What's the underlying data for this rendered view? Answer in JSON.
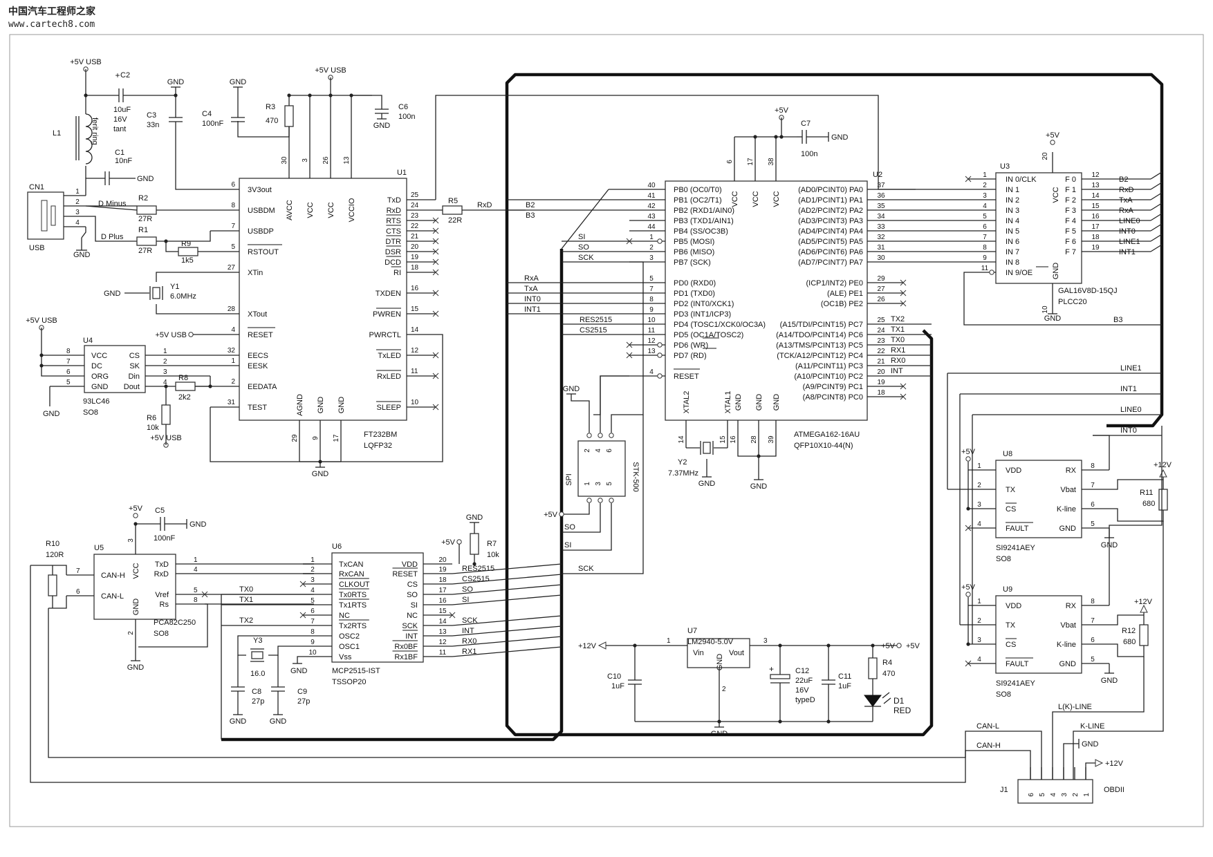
{
  "watermark": {
    "site": "中国汽车工程师之家",
    "url": "www.cartech8.com"
  },
  "power": {
    "usb5v": "+5V USB",
    "v5": "+5V",
    "v12": "+12V",
    "gnd": "GND"
  },
  "nets": {
    "dminus": "D Minus",
    "dplus": "D Plus",
    "rxd": "RxD",
    "b2": "B2",
    "b3": "B3",
    "rxa": "RxA",
    "txa": "TxA",
    "int0": "INT0",
    "int1": "INT1",
    "si": "SI",
    "so": "SO",
    "sck": "SCK",
    "res2515": "RES2515",
    "cs2515": "CS2515",
    "tx0": "TX0",
    "tx1": "TX1",
    "tx2": "TX2",
    "rx0": "RX0",
    "rx1": "RX1",
    "int": "INT",
    "line0": "LINE0",
    "line1": "LINE1",
    "can_l": "CAN-L",
    "can_h": "CAN-H",
    "lk_line": "L(K)-LINE",
    "k_line": "K-LINE"
  },
  "u1": {
    "ref": "U1",
    "part": "FT232BM",
    "pkg": "LQFP32",
    "left": [
      [
        "6",
        "3V3out"
      ],
      [
        "8",
        "USBDM"
      ],
      [
        "7",
        "USBDP"
      ],
      [
        "5",
        "RSTOUT"
      ],
      [
        "27",
        "XTin"
      ],
      [
        "28",
        "XTout"
      ],
      [
        "4",
        "RESET"
      ],
      [
        "32",
        "EECS"
      ],
      [
        "1",
        "EESK"
      ],
      [
        "2",
        "EEDATA"
      ],
      [
        "31",
        "TEST"
      ]
    ],
    "right": [
      [
        "25",
        "TxD"
      ],
      [
        "24",
        "RxD"
      ],
      [
        "23",
        "RTS"
      ],
      [
        "22",
        "CTS"
      ],
      [
        "21",
        "DTR"
      ],
      [
        "20",
        "DSR"
      ],
      [
        "19",
        "DCD"
      ],
      [
        "18",
        "RI"
      ],
      [
        "16",
        "TXDEN"
      ],
      [
        "15",
        "PWREN"
      ],
      [
        "14",
        "PWRCTL"
      ],
      [
        "12",
        "TxLED"
      ],
      [
        "11",
        "RxLED"
      ],
      [
        "10",
        "SLEEP"
      ]
    ],
    "top": [
      [
        "30",
        "AVCC"
      ],
      [
        "3",
        "VCC"
      ],
      [
        "26",
        "VCC"
      ],
      [
        "13",
        "VCCIO"
      ]
    ],
    "bottom": [
      [
        "29",
        "AGND"
      ],
      [
        "9",
        "GND"
      ],
      [
        "17",
        "GND"
      ]
    ]
  },
  "u2": {
    "ref": "U2",
    "part": "ATMEGA162-16AU",
    "pkg": "QFP10X10-44(N)",
    "left": [
      [
        "40",
        "PB0 (OC0/T0)"
      ],
      [
        "41",
        "PB1 (OC2/T1)"
      ],
      [
        "42",
        "PB2 (RXD1/AIN0)"
      ],
      [
        "43",
        "PB3 (TXD1/AIN1)"
      ],
      [
        "44",
        "PB4 (SS/OC3B)"
      ],
      [
        "1",
        "PB5 (MOSI)"
      ],
      [
        "2",
        "PB6 (MISO)"
      ],
      [
        "3",
        "PB7 (SCK)"
      ],
      [
        "5",
        "PD0 (RXD0)"
      ],
      [
        "7",
        "PD1 (TXD0)"
      ],
      [
        "8",
        "PD2 (INT0/XCK1)"
      ],
      [
        "9",
        "PD3 (INT1/ICP3)"
      ],
      [
        "10",
        "PD4 (TOSC1/XCK0/OC3A)"
      ],
      [
        "11",
        "PD5 (OC1A/TOSC2)"
      ],
      [
        "12",
        "PD6 (WR)"
      ],
      [
        "13",
        "PD7 (RD)"
      ],
      [
        "4",
        "RESET"
      ]
    ],
    "right": [
      [
        "37",
        "(AD0/PCINT0) PA0"
      ],
      [
        "36",
        "(AD1/PCINT1) PA1"
      ],
      [
        "35",
        "(AD2/PCINT2) PA2"
      ],
      [
        "34",
        "(AD3/PCINT3) PA3"
      ],
      [
        "33",
        "(AD4/PCINT4) PA4"
      ],
      [
        "32",
        "(AD5/PCINT5) PA5"
      ],
      [
        "31",
        "(AD6/PCINT6) PA6"
      ],
      [
        "30",
        "(AD7/PCINT7) PA7"
      ],
      [
        "29",
        "(ICP1/INT2) PE0"
      ],
      [
        "27",
        "(ALE) PE1"
      ],
      [
        "26",
        "(OC1B) PE2"
      ],
      [
        "25",
        "(A15/TDI/PCINT15) PC7"
      ],
      [
        "24",
        "(A14/TDO/PCINT14) PC6"
      ],
      [
        "23",
        "(A13/TMS/PCINT13) PC5"
      ],
      [
        "22",
        "(TCK/A12/PCINT12) PC4"
      ],
      [
        "21",
        "(A11/PCINT11) PC3"
      ],
      [
        "20",
        "(A10/PCINT10) PC2"
      ],
      [
        "19",
        "(A9/PCINT9) PC1"
      ],
      [
        "18",
        "(A8/PCINT8) PC0"
      ]
    ],
    "top": [
      [
        "6",
        "VCC"
      ],
      [
        "17",
        "VCC"
      ],
      [
        "38",
        "VCC"
      ]
    ],
    "bottom": [
      [
        "14",
        "XTAL2"
      ],
      [
        "15",
        "XTAL1"
      ],
      [
        "16",
        "GND"
      ],
      [
        "28",
        "GND"
      ],
      [
        "39",
        "GND"
      ]
    ],
    "pc_nets": [
      "TX2",
      "TX1",
      "TX0",
      "RX1",
      "RX0",
      "INT"
    ]
  },
  "u3": {
    "ref": "U3",
    "part": "GAL16V8D-15QJ",
    "pkg": "PLCC20",
    "left": [
      [
        "1",
        "IN 0/CLK"
      ],
      [
        "2",
        "IN 1"
      ],
      [
        "3",
        "IN 2"
      ],
      [
        "4",
        "IN 3"
      ],
      [
        "5",
        "IN 4"
      ],
      [
        "6",
        "IN 5"
      ],
      [
        "7",
        "IN 6"
      ],
      [
        "8",
        "IN 7"
      ],
      [
        "9",
        "IN 8"
      ],
      [
        "11",
        "IN 9/OE"
      ]
    ],
    "right": [
      [
        "12",
        "F 0",
        "B2"
      ],
      [
        "13",
        "F 1",
        "RxD"
      ],
      [
        "14",
        "F 2",
        "TxA"
      ],
      [
        "15",
        "F 3",
        "RxA"
      ],
      [
        "16",
        "F 4",
        "LINE0"
      ],
      [
        "17",
        "F 5",
        "INT0"
      ],
      [
        "18",
        "F 6",
        "LINE1"
      ],
      [
        "19",
        "F 7",
        "INT1"
      ]
    ],
    "vcc": [
      "20",
      "VCC"
    ],
    "gnd": [
      "10",
      "GND"
    ]
  },
  "u4": {
    "ref": "U4",
    "part": "93LC46",
    "pkg": "SO8",
    "left": [
      [
        "8",
        "VCC"
      ],
      [
        "7",
        "DC"
      ],
      [
        "6",
        "ORG"
      ],
      [
        "5",
        "GND"
      ]
    ],
    "right": [
      [
        "1",
        "CS"
      ],
      [
        "2",
        "SK"
      ],
      [
        "3",
        "Din"
      ],
      [
        "4",
        "Dout"
      ]
    ]
  },
  "u5": {
    "ref": "U5",
    "part": "PCA82C250",
    "pkg": "SO8",
    "left": [
      [
        "7",
        "CAN-H"
      ],
      [
        "6",
        "CAN-L"
      ]
    ],
    "right": [
      [
        "1",
        "TxD"
      ],
      [
        "4",
        "RxD"
      ],
      [
        "5",
        "Vref"
      ],
      [
        "8",
        "Rs"
      ]
    ],
    "top": [
      "3",
      "VCC"
    ],
    "bottom": [
      "2",
      "GND"
    ]
  },
  "u6": {
    "ref": "U6",
    "part": "MCP2515-IST",
    "pkg": "TSSOP20",
    "left": [
      [
        "1",
        "TxCAN"
      ],
      [
        "2",
        "RxCAN"
      ],
      [
        "3",
        "CLKOUT"
      ],
      [
        "4",
        "Tx0RTS"
      ],
      [
        "5",
        "Tx1RTS"
      ],
      [
        "6",
        "NC"
      ],
      [
        "7",
        "Tx2RTS"
      ],
      [
        "8",
        "OSC2"
      ],
      [
        "9",
        "OSC1"
      ],
      [
        "10",
        "Vss"
      ]
    ],
    "right": [
      [
        "20",
        "VDD"
      ],
      [
        "19",
        "RESET"
      ],
      [
        "18",
        "CS"
      ],
      [
        "17",
        "SO"
      ],
      [
        "16",
        "SI"
      ],
      [
        "15",
        "NC"
      ],
      [
        "14",
        "SCK"
      ],
      [
        "13",
        "INT"
      ],
      [
        "12",
        "Rx0BF"
      ],
      [
        "11",
        "Rx1BF"
      ]
    ],
    "right_nets": [
      "",
      "RES2515",
      "CS2515",
      "SO",
      "SI",
      "",
      "SCK",
      "INT",
      "RX0",
      "RX1"
    ]
  },
  "u7": {
    "ref": "U7",
    "part": "LM2940-5.0V",
    "vin": "Vin",
    "vout": "Vout",
    "gnd": "GND",
    "p1": "1",
    "p2": "2",
    "p3": "3"
  },
  "u8": {
    "ref": "U8",
    "part": "SI9241AEY",
    "pkg": "SO8",
    "left": [
      [
        "1",
        "VDD"
      ],
      [
        "2",
        "TX"
      ],
      [
        "3",
        "CS"
      ],
      [
        "4",
        "FAULT"
      ]
    ],
    "right": [
      [
        "8",
        "RX"
      ],
      [
        "7",
        "Vbat"
      ],
      [
        "6",
        "K-line"
      ],
      [
        "5",
        "GND"
      ]
    ]
  },
  "u9": {
    "ref": "U9",
    "part": "SI9241AEY",
    "pkg": "SO8",
    "left": [
      [
        "1",
        "VDD"
      ],
      [
        "2",
        "TX"
      ],
      [
        "3",
        "CS"
      ],
      [
        "4",
        "FAULT"
      ]
    ],
    "right": [
      [
        "8",
        "RX"
      ],
      [
        "7",
        "Vbat"
      ],
      [
        "6",
        "K-line"
      ],
      [
        "5",
        "GND"
      ]
    ]
  },
  "spi": {
    "label": "SPI",
    "name": "STK-500",
    "top": [
      "2",
      "4",
      "6"
    ],
    "bottom": [
      "1",
      "3",
      "5"
    ]
  },
  "j1": {
    "ref": "J1",
    "name": "OBDII",
    "pins": [
      "6",
      "5",
      "4",
      "3",
      "2",
      "1"
    ]
  },
  "cn1": {
    "ref": "CN1",
    "name": "USB",
    "pins": [
      "1",
      "2",
      "3",
      "4"
    ]
  },
  "passives": {
    "c1": [
      "C1",
      "10nF"
    ],
    "c2": [
      "C2",
      "10uF",
      "16V",
      "tant"
    ],
    "c3": [
      "C3",
      "33n"
    ],
    "c4": [
      "C4",
      "100nF"
    ],
    "c5": [
      "C5",
      "100nF"
    ],
    "c6": [
      "C6",
      "100n"
    ],
    "c7": [
      "C7",
      "100n"
    ],
    "c8": [
      "C8",
      "27p"
    ],
    "c9": [
      "C9",
      "27p"
    ],
    "c10": [
      "C10",
      "1uF"
    ],
    "c11": [
      "C11",
      "1uF"
    ],
    "c12": [
      "C12",
      "22uF",
      "16V",
      "typeD"
    ],
    "r1": [
      "R1",
      "27R"
    ],
    "r2": [
      "R2",
      "27R"
    ],
    "r3": [
      "R3",
      "470"
    ],
    "r4": [
      "R4",
      "470"
    ],
    "r5": [
      "R5",
      "22R"
    ],
    "r6": [
      "R6",
      "10k"
    ],
    "r7": [
      "R7",
      "10k"
    ],
    "r8": [
      "R8",
      "2k2"
    ],
    "r9": [
      "R9",
      "1k5"
    ],
    "r10": [
      "R10",
      "120R"
    ],
    "r11": [
      "R11",
      "680"
    ],
    "r12": [
      "R12",
      "680"
    ],
    "l1": [
      "L1",
      "ferit ring"
    ],
    "y1": [
      "Y1",
      "6.0MHz"
    ],
    "y2": [
      "Y2",
      "7.37MHz"
    ],
    "y3": [
      "Y3",
      "16.0"
    ],
    "d1": [
      "D1",
      "RED"
    ]
  }
}
